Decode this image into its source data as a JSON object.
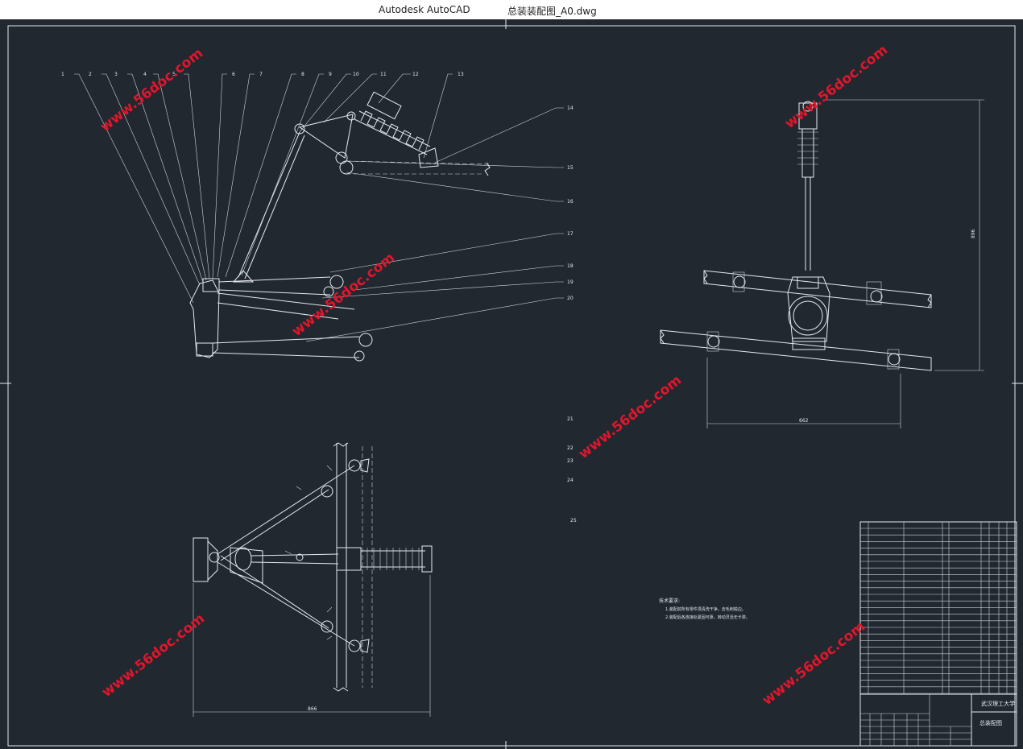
{
  "window": {
    "app_name": "Autodesk AutoCAD",
    "file_name": "总装装配图_A0.dwg"
  },
  "drawing": {
    "part_numbers": [
      "1",
      "2",
      "3",
      "4",
      "5",
      "6",
      "7",
      "8",
      "9",
      "10",
      "11",
      "12",
      "13",
      "14",
      "15",
      "16",
      "17",
      "18",
      "19",
      "20",
      "21",
      "22",
      "23",
      "24",
      "25"
    ],
    "dimension_bottom_left": "866",
    "dimension_right_width": "662",
    "dimension_right_height": "896",
    "tech_requirements_title": "技术要求:",
    "tech_requirements_lines": [
      "1.装配前所有零件须清洗干净，去毛刺锐边。",
      "2.装配后各连接处紧固可靠，转动灵活无卡滞。"
    ],
    "title_block_school": "武汉理工大学",
    "title_block_drawing_name": "总装配图"
  },
  "watermarks": [
    "www.56doc.com",
    "www.56doc.com",
    "www.56doc.com",
    "www.56doc.com",
    "www.56doc.com",
    "www.56doc.com"
  ],
  "colors": {
    "background": "#212830",
    "lines": "#e6e9ee",
    "watermark": "#e0162b"
  }
}
